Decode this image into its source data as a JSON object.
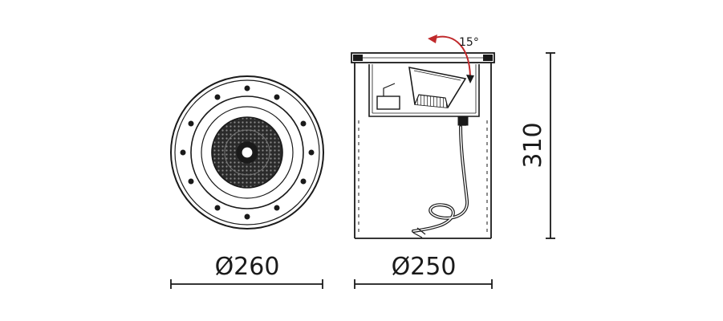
{
  "colors": {
    "line": "#1a1a1a",
    "background": "#ffffff",
    "accent_arrow": "#c0292b"
  },
  "front_view": {
    "dimension_label": "Ø260"
  },
  "side_view": {
    "dimension_label": "Ø250",
    "height_label": "310",
    "tilt_label": "15°"
  }
}
